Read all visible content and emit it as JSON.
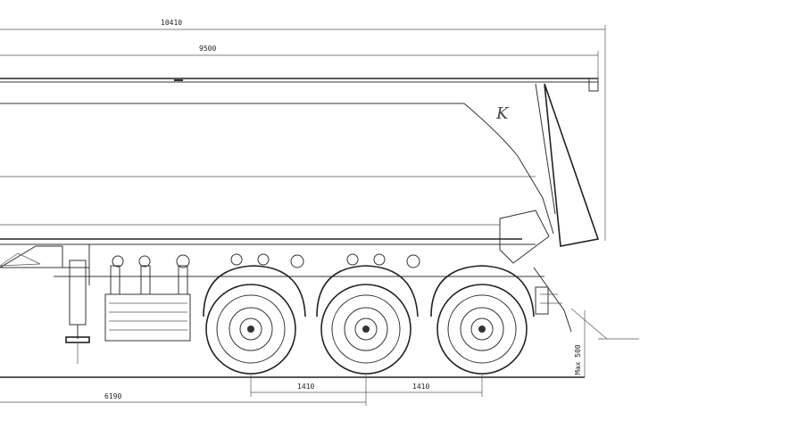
{
  "dimensions": {
    "overall_length": "10410",
    "body_length": "9500",
    "kingpin_to_axle": "6190",
    "axle_spacing_1": "1410",
    "axle_spacing_2": "1410",
    "height_note": "Max 500"
  },
  "logo": "K",
  "colors": {
    "line": "#333333",
    "background": "#ffffff"
  }
}
